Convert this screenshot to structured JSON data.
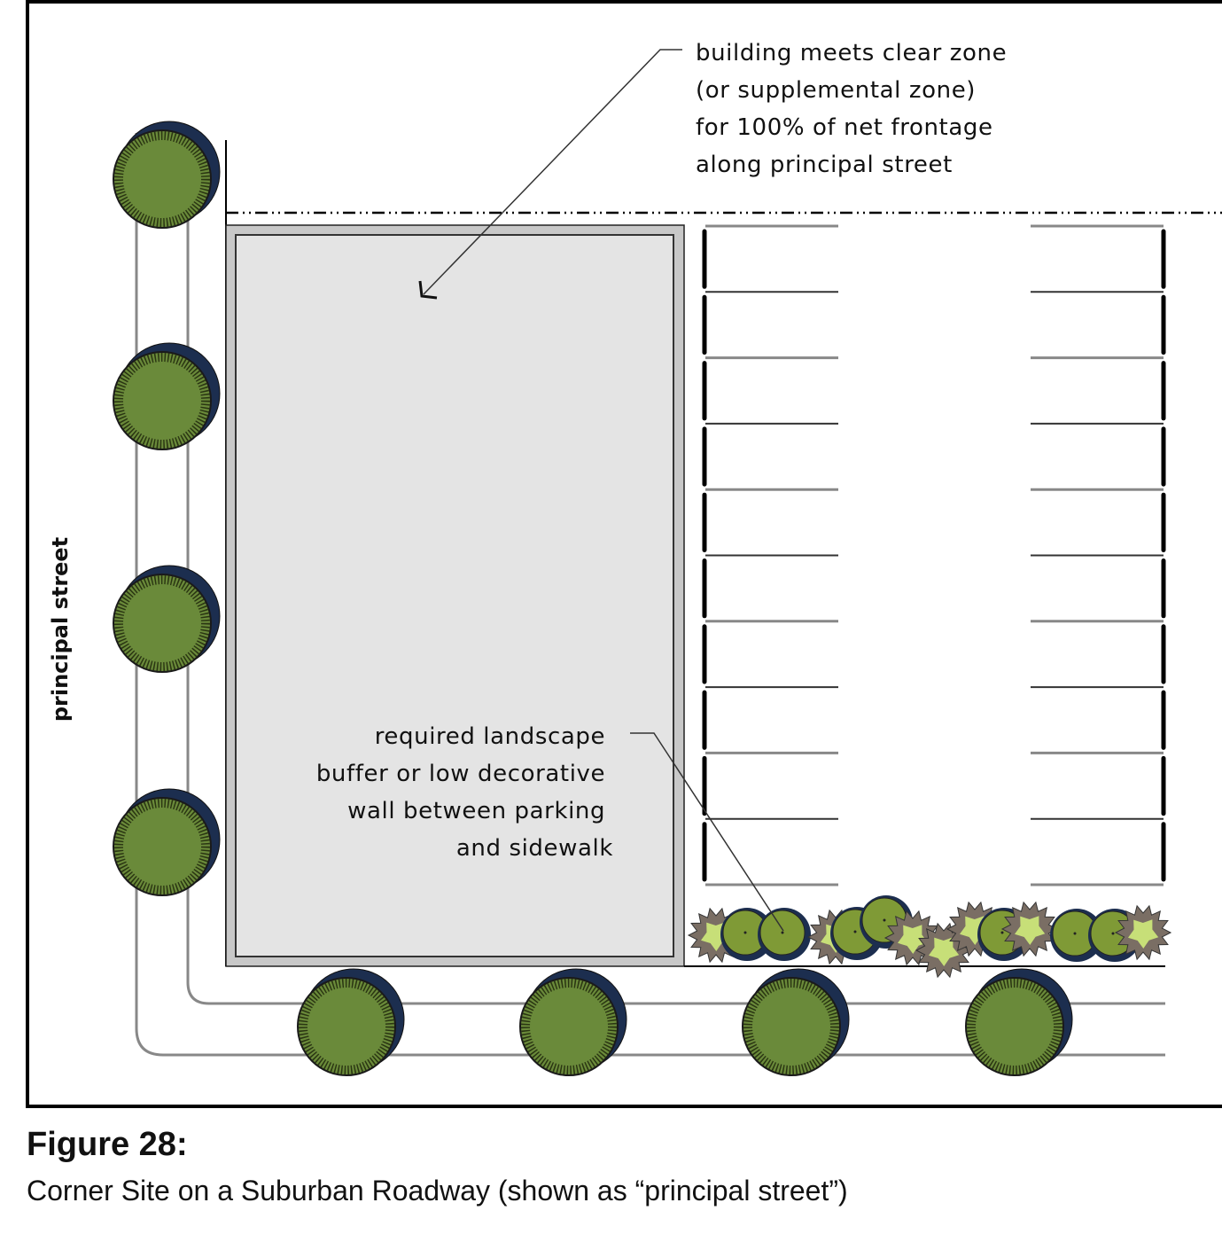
{
  "figure": {
    "number_label": "Figure 28:",
    "caption": "Corner Site on a Suburban Roadway (shown as “principal street”)"
  },
  "labels": {
    "principal_street": "principal street",
    "clear_zone_callout": [
      "building meets clear zone",
      "(or supplemental zone)",
      "for 100% of net frontage",
      "along principal street"
    ],
    "landscape_callout": [
      "required landscape",
      "buffer or low decorative",
      "wall between parking",
      "and sidewalk"
    ]
  },
  "elements": {
    "street_trees_left_count": 4,
    "street_trees_bottom_count": 4,
    "parking_stalls_per_row": 10,
    "parking_rows": 2,
    "hedge_shrub_count": 14
  },
  "colors": {
    "tree_canopy": "#6a8a3a",
    "tree_shadow": "#1c2e4f",
    "building_fill": "#e4e4e4",
    "building_border": "#c8c8c8",
    "shrub_light": "#c7df78",
    "shrub_edge": "#7a6e64",
    "line_gray": "#888888",
    "ink": "#111111"
  }
}
